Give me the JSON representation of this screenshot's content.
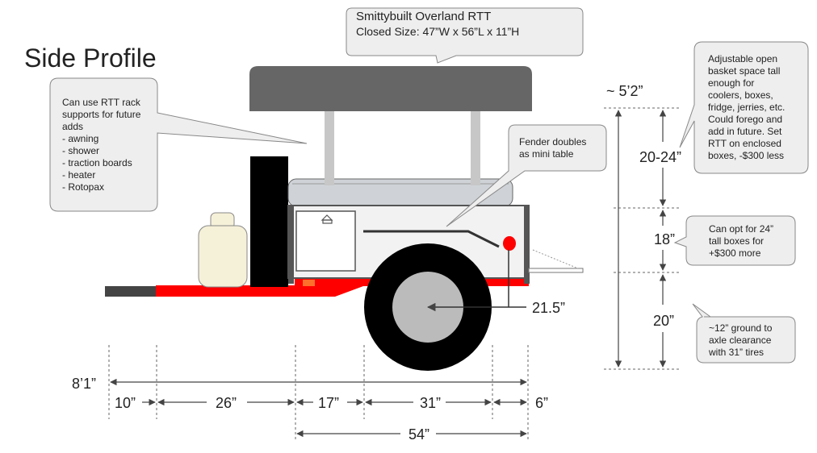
{
  "title": "Side Profile",
  "callouts": {
    "rtt": {
      "line1": "Smittybuilt Overland RTT",
      "line2": "Closed Size: 47”W x 56”L x 11”H"
    },
    "rack": {
      "lines": [
        "Can use RTT rack",
        "supports for future",
        "adds",
        "- awning",
        "- shower",
        "- traction boards",
        "- heater",
        "- Rotopax"
      ]
    },
    "fender": {
      "lines": [
        "Fender doubles",
        "as mini table"
      ]
    },
    "basket": {
      "lines": [
        "Adjustable open",
        "basket space tall",
        "enough for",
        "coolers, boxes,",
        "fridge, jerries, etc.",
        "Could forego and",
        "add in future.  Set",
        "RTT on enclosed",
        "boxes, -$300 less"
      ]
    },
    "boxes": {
      "lines": [
        "Can opt for 24”",
        "tall boxes for",
        "+$300 more"
      ]
    },
    "clearance": {
      "lines": [
        "~12” ground to",
        "axle  clearance",
        "with 31” tires"
      ]
    }
  },
  "dimensions": {
    "total_height": "~ 5’2”",
    "basket_height": "20-24”",
    "box_height": "18”",
    "ground_height": "20”",
    "wheel_radius": "21.5”",
    "overall_length": "8’1”",
    "tongue": "10”",
    "jerry": "26”",
    "front": "17”",
    "tire": "31”",
    "rear": "6”",
    "bed_length": "54”"
  },
  "colors": {
    "frame": "#ff0000",
    "tent": "#666666",
    "tire": "#000000",
    "hub": "#bbbbbb",
    "jerry_can": "#f5f0d8",
    "callout_fill": "#eeeeee",
    "callout_stroke": "#888888"
  }
}
